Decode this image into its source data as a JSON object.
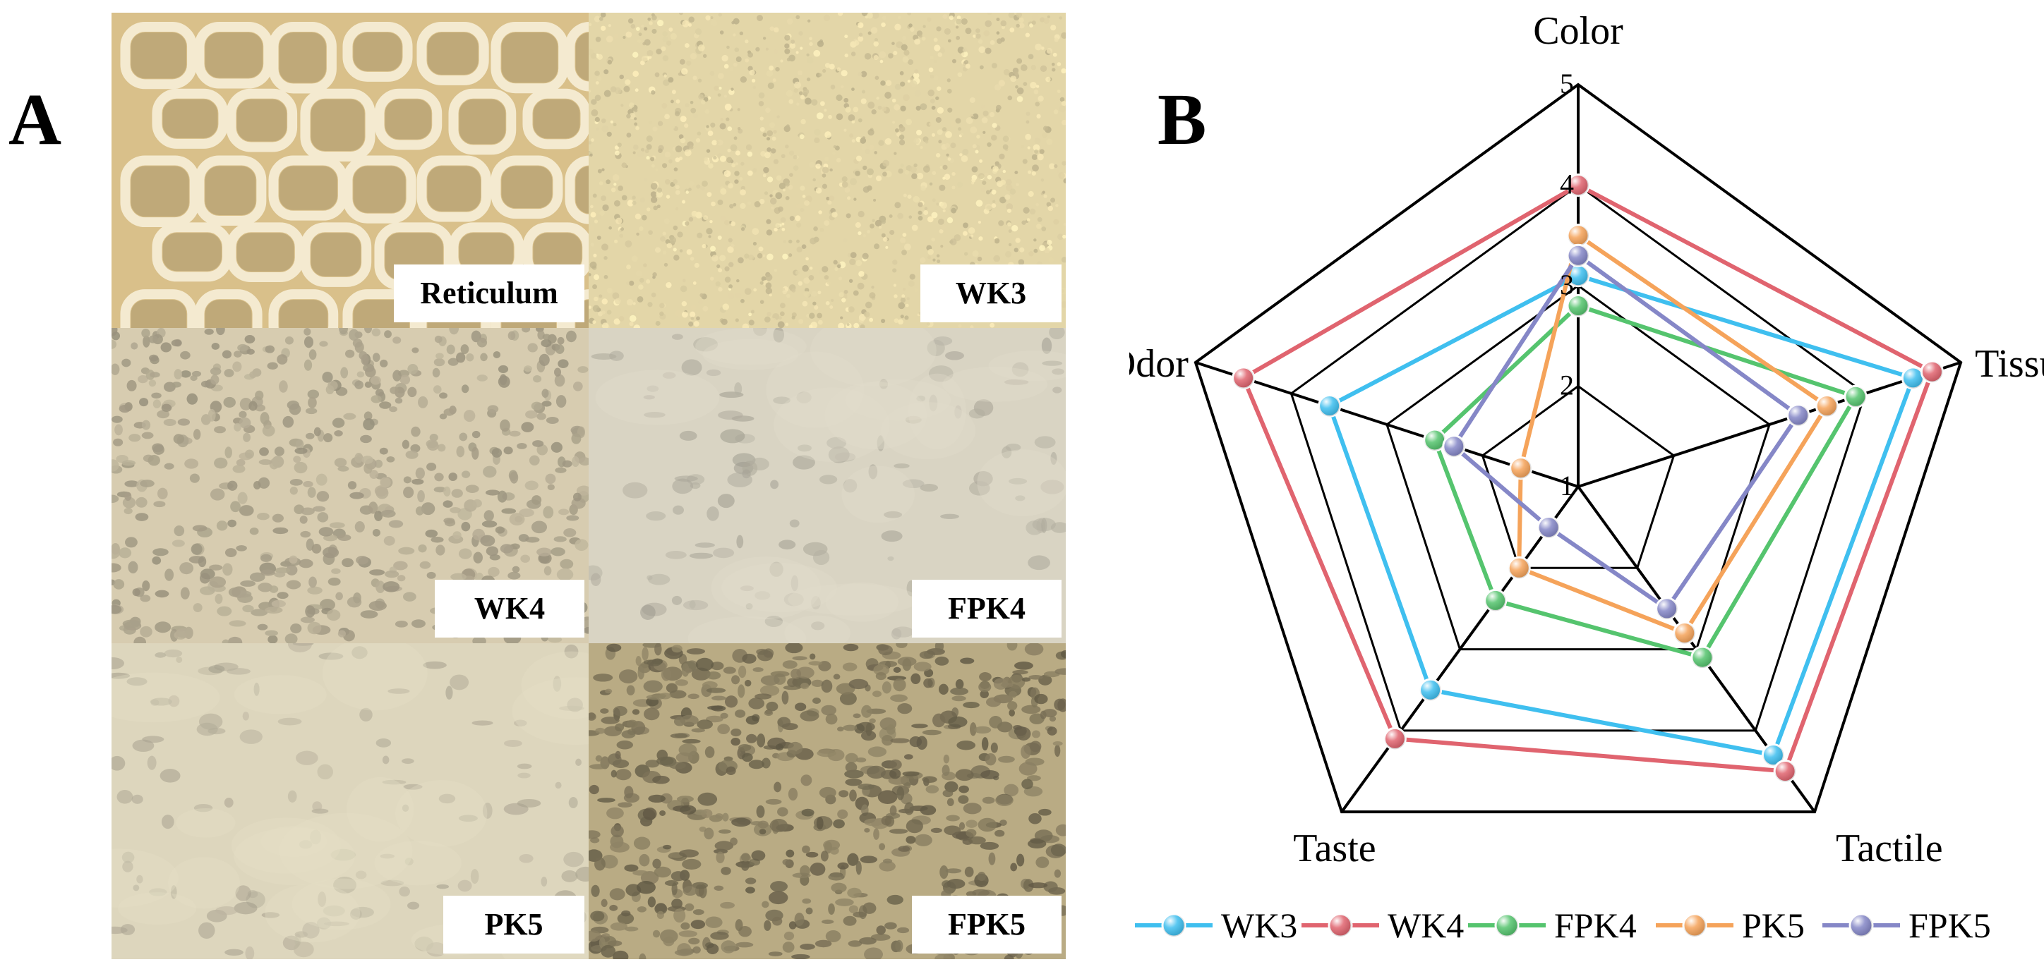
{
  "panels": {
    "a_letter": "A",
    "b_letter": "B"
  },
  "images": [
    {
      "label": "Reticulum",
      "texture": "reticulum",
      "base": "#d9c08a"
    },
    {
      "label": "WK3",
      "texture": "fine",
      "base": "#e3d6a8"
    },
    {
      "label": "WK4",
      "texture": "pores",
      "base": "#d7ccb0"
    },
    {
      "label": "FPK4",
      "texture": "smooth",
      "base": "#d9d4c3"
    },
    {
      "label": "PK5",
      "texture": "smooth",
      "base": "#ddd6bd"
    },
    {
      "label": "FPK5",
      "texture": "porous-dark",
      "base": "#b9ab84"
    }
  ],
  "chart_data": {
    "type": "radar",
    "axes": [
      "Color",
      "Tissue",
      "Tactile",
      "Taste",
      "Odor"
    ],
    "range": [
      1,
      5
    ],
    "ticks": [
      "1",
      "2",
      "3",
      "4",
      "5"
    ],
    "series": [
      {
        "name": "WK3",
        "color": "#3fbfef",
        "values": [
          3.1,
          4.5,
          4.3,
          3.5,
          3.6
        ]
      },
      {
        "name": "WK4",
        "color": "#e0646f",
        "values": [
          4.0,
          4.7,
          4.5,
          4.1,
          4.5
        ]
      },
      {
        "name": "FPK4",
        "color": "#55c46e",
        "values": [
          2.8,
          3.9,
          3.1,
          2.4,
          2.5
        ]
      },
      {
        "name": "PK5",
        "color": "#f5a35a",
        "values": [
          3.5,
          3.6,
          2.8,
          2.0,
          1.6
        ]
      },
      {
        "name": "FPK5",
        "color": "#8587c7",
        "values": [
          3.3,
          3.3,
          2.5,
          1.5,
          2.3
        ]
      }
    ],
    "legend_position": "bottom"
  }
}
